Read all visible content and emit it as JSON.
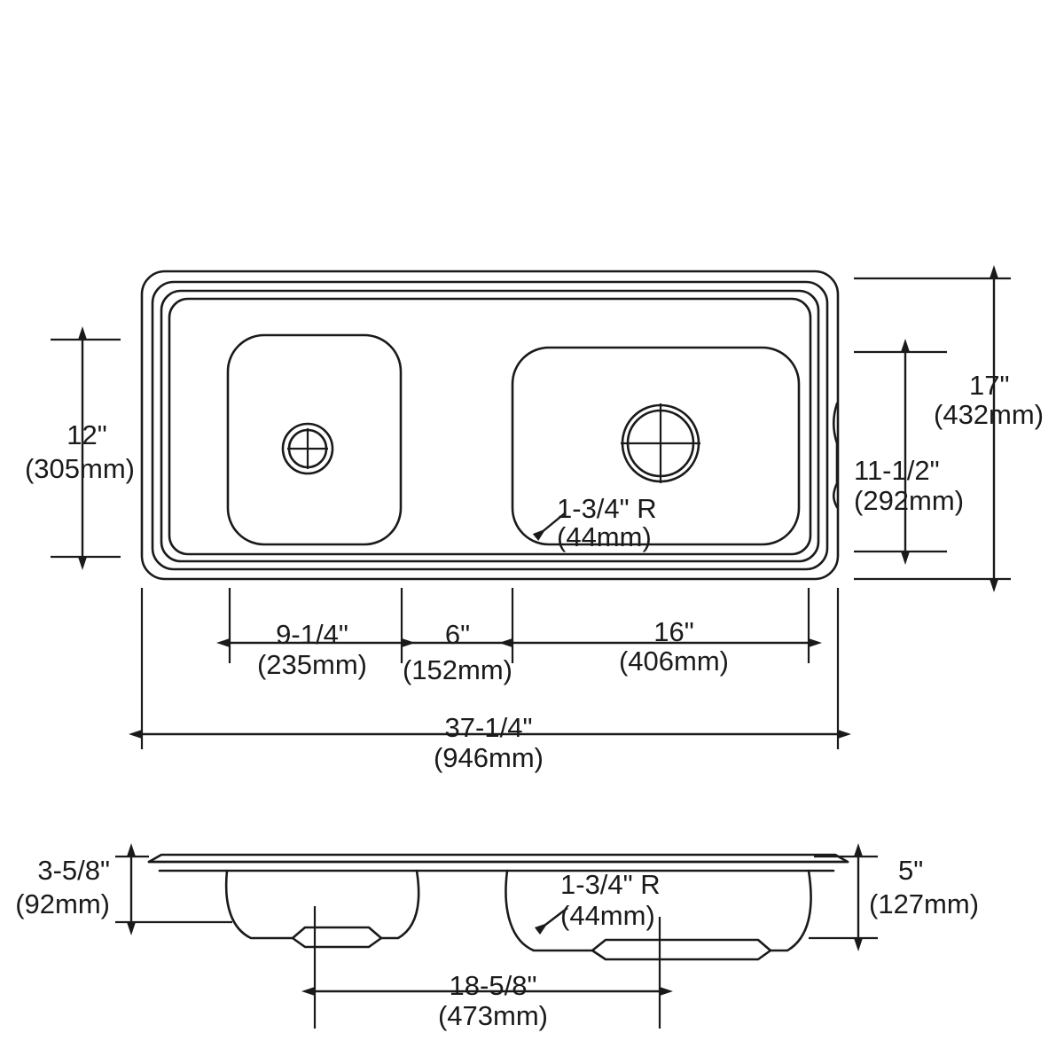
{
  "drawing": {
    "title": "Double Bowl Drop-In Sink Dimensional Drawing",
    "line_color": "#1a1a1a",
    "background_color": "#ffffff",
    "views": {
      "plan": "top view",
      "section": "front section view"
    }
  },
  "dimensions": {
    "bowl_left_depth_plan": {
      "imperial": "12\"",
      "metric": "(305mm)",
      "name": "left-bowl-width-dimension"
    },
    "overall_height_plan": {
      "imperial": "17\"",
      "metric": "(432mm)",
      "name": "overall-depth-dimension"
    },
    "inner_height_plan": {
      "imperial": "11-1/2\"",
      "metric": "(292mm)",
      "name": "bowl-depth-dimension"
    },
    "left_bowl_width": {
      "imperial": "9-1/4\"",
      "metric": "(235mm)",
      "name": "left-bowl-span-dimension"
    },
    "center_span": {
      "imperial": "6\"",
      "metric": "(152mm)",
      "name": "center-divider-dimension"
    },
    "right_bowl_width": {
      "imperial": "16\"",
      "metric": "(406mm)",
      "name": "right-bowl-span-dimension"
    },
    "overall_width": {
      "imperial": "37-1/4\"",
      "metric": "(946mm)",
      "name": "overall-width-dimension"
    },
    "corner_radius_plan": {
      "imperial": "1-3/4\" R",
      "metric": "(44mm)",
      "name": "plan-corner-radius-callout"
    },
    "left_bowl_height_section": {
      "imperial": "3-5/8\"",
      "metric": "(92mm)",
      "name": "left-bowl-height-dimension"
    },
    "right_bowl_height_section": {
      "imperial": "5\"",
      "metric": "(127mm)",
      "name": "right-bowl-height-dimension"
    },
    "drain_spacing": {
      "imperial": "18-5/8\"",
      "metric": "(473mm)",
      "name": "drain-spacing-dimension"
    },
    "corner_radius_section": {
      "imperial": "1-3/4\" R",
      "metric": "(44mm)",
      "name": "section-corner-radius-callout"
    }
  },
  "features": {
    "left_drain": "drain-opening-icon",
    "right_drain": "drain-opening-icon",
    "left_basin": "left-basin-outline",
    "right_basin": "right-basin-outline",
    "rim": "sink-rim-outline"
  }
}
